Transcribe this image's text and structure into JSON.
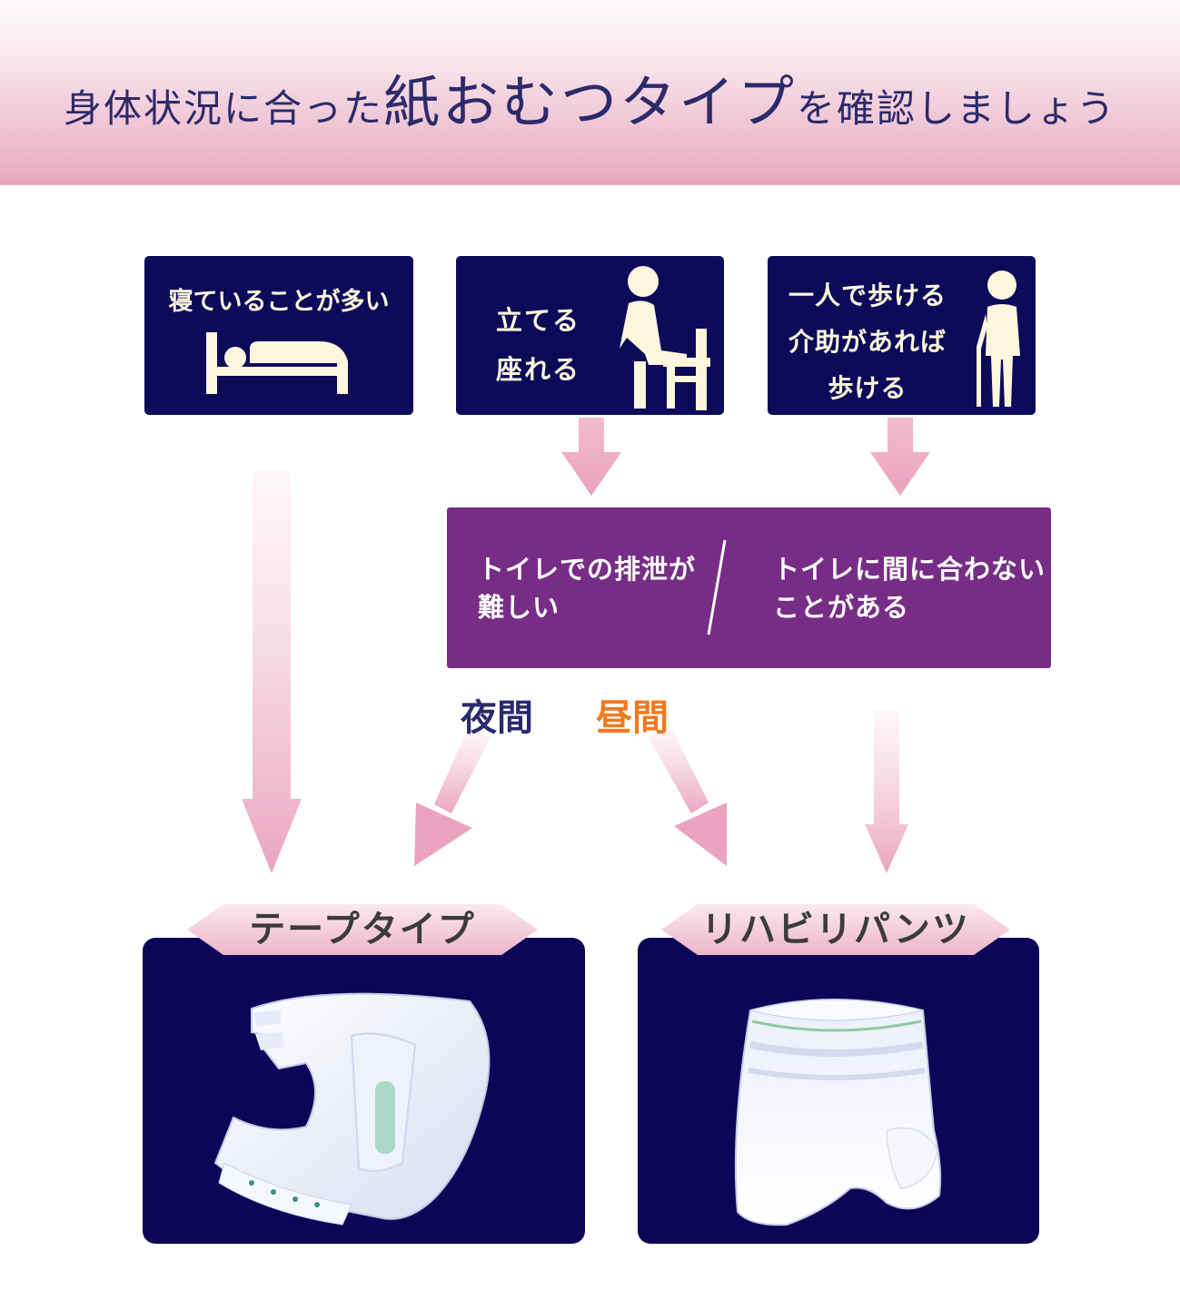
{
  "header": {
    "title_pre": "身体状況に合った",
    "title_main": "紙おむつタイプ",
    "title_post": "を確認しましょう"
  },
  "conditions": [
    {
      "lines": [
        "寝ていることが多い"
      ],
      "icon": "bed-icon"
    },
    {
      "lines": [
        "立てる",
        "座れる"
      ],
      "icon": "person-sitting-icon"
    },
    {
      "lines": [
        "一人で歩ける",
        "介助があれば",
        "歩ける"
      ],
      "icon": "person-cane-icon"
    }
  ],
  "toilet": {
    "left": [
      "トイレでの排泄が",
      "難しい"
    ],
    "right": [
      "トイレに間に合わない",
      "ことがある"
    ]
  },
  "time_labels": {
    "night": "夜間",
    "day": "昼間"
  },
  "products": [
    {
      "label": "テープタイプ",
      "icon": "tape-diaper-icon"
    },
    {
      "label": "リハビリパンツ",
      "icon": "pants-diaper-icon"
    }
  ],
  "colors": {
    "navy": "#0d0a5a",
    "purple": "#772d85",
    "pink": "#e8a8bf",
    "night": "#2a2a6e",
    "day": "#f0791f"
  }
}
